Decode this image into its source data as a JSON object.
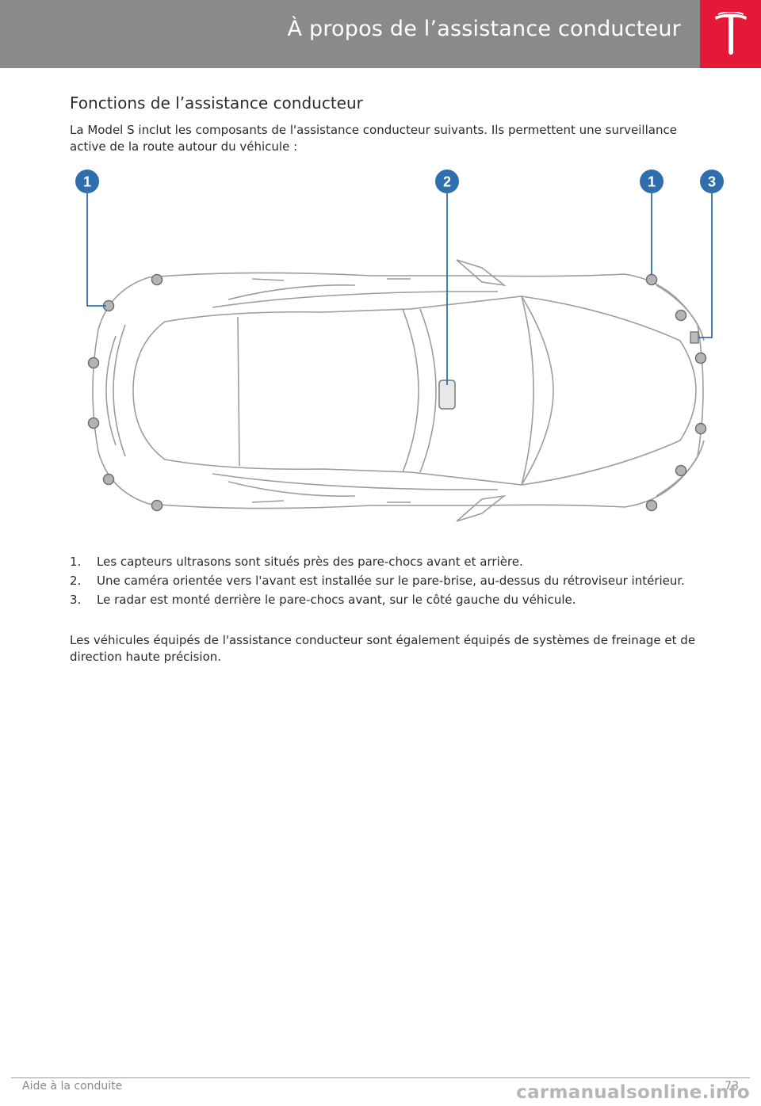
{
  "header": {
    "title": "À propos de l’assistance conducteur",
    "logo_icon": "tesla-logo-icon",
    "bar_color": "#8a8a8c",
    "logo_color": "#e31937"
  },
  "section": {
    "title": "Fonctions de l’assistance conducteur",
    "intro": "La Model S inclut les composants de l'assistance conducteur suivants. Ils permettent une surveillance active de la route autour du véhicule :"
  },
  "diagram": {
    "callouts": [
      "1",
      "2",
      "1",
      "3"
    ],
    "callout_color": "#2f6fae"
  },
  "list": [
    {
      "num": "1.",
      "text": "Les capteurs ultrasons sont situés près des pare-chocs avant et arrière."
    },
    {
      "num": "2.",
      "text": "Une caméra orientée vers l'avant est installée sur le pare-brise, au-dessus du rétroviseur intérieur."
    },
    {
      "num": "3.",
      "text": "Le radar est monté derrière le pare-chocs avant, sur le côté gauche du véhicule."
    }
  ],
  "outro": "Les véhicules équipés de l'assistance conducteur sont également équipés de systèmes de freinage et de direction haute précision.",
  "footer": {
    "left": "Aide à la conduite",
    "page": "73",
    "watermark": "carmanualsonline.info"
  }
}
